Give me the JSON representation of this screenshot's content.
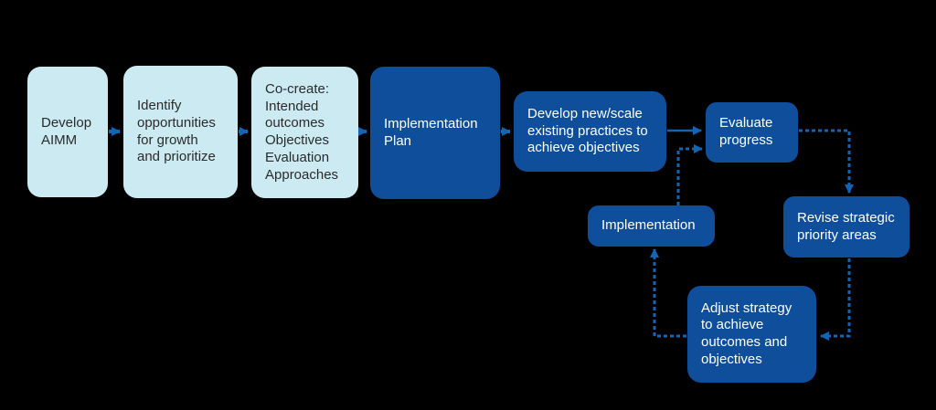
{
  "diagram": {
    "background": "#000000",
    "palette": {
      "light_box": "#cbeaf1",
      "dark_box": "#0e4e9b",
      "connector": "#1464b4",
      "light_box_text": "#2b2b2b",
      "dark_box_text": "#ffffff"
    },
    "nodes": {
      "develop_aimm": {
        "label": "Develop\nAIMM",
        "variant": "light"
      },
      "identify": {
        "label": "Identify\nopportunities\nfor growth\nand prioritize",
        "variant": "light"
      },
      "co_create": {
        "label": "Co-create:\nIntended\noutcomes\nObjectives\nEvaluation\nApproaches",
        "variant": "light"
      },
      "implementation_plan": {
        "label": "Implementation\nPlan",
        "variant": "dark"
      },
      "develop_new_scale": {
        "label": "Develop new/scale\nexisting practices to\nachieve objectives",
        "variant": "dark"
      },
      "evaluate_progress": {
        "label": "Evaluate\nprogress",
        "variant": "dark"
      },
      "implementation": {
        "label": "Implementation",
        "variant": "dark"
      },
      "revise_strategic": {
        "label": "Revise strategic\npriority areas",
        "variant": "dark"
      },
      "adjust_strategy": {
        "label": "Adjust strategy\nto achieve\noutcomes and\nobjectives",
        "variant": "dark"
      }
    },
    "connections": [
      {
        "from": "develop_aimm",
        "to": "identify",
        "style": "solid"
      },
      {
        "from": "identify",
        "to": "co_create",
        "style": "solid"
      },
      {
        "from": "co_create",
        "to": "implementation_plan",
        "style": "solid"
      },
      {
        "from": "implementation_plan",
        "to": "develop_new_scale",
        "style": "solid"
      },
      {
        "from": "develop_new_scale",
        "to": "evaluate_progress",
        "style": "solid"
      },
      {
        "from": "implementation",
        "to": "evaluate_progress",
        "style": "dashed"
      },
      {
        "from": "evaluate_progress",
        "to": "revise_strategic",
        "style": "dashed"
      },
      {
        "from": "revise_strategic",
        "to": "adjust_strategy",
        "style": "dashed"
      },
      {
        "from": "adjust_strategy",
        "to": "implementation",
        "style": "dashed"
      }
    ]
  }
}
